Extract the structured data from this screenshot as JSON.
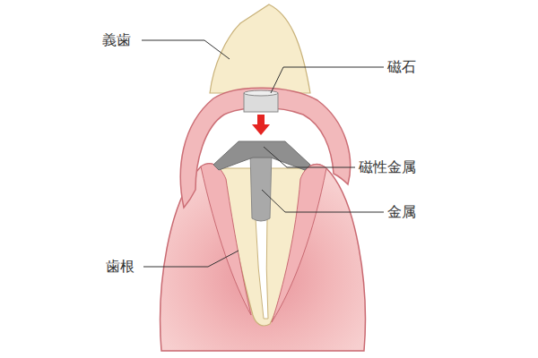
{
  "diagram": {
    "labels": [
      "義歯",
      "磁石",
      "磁性金属",
      "金属",
      "歯根"
    ]
  }
}
